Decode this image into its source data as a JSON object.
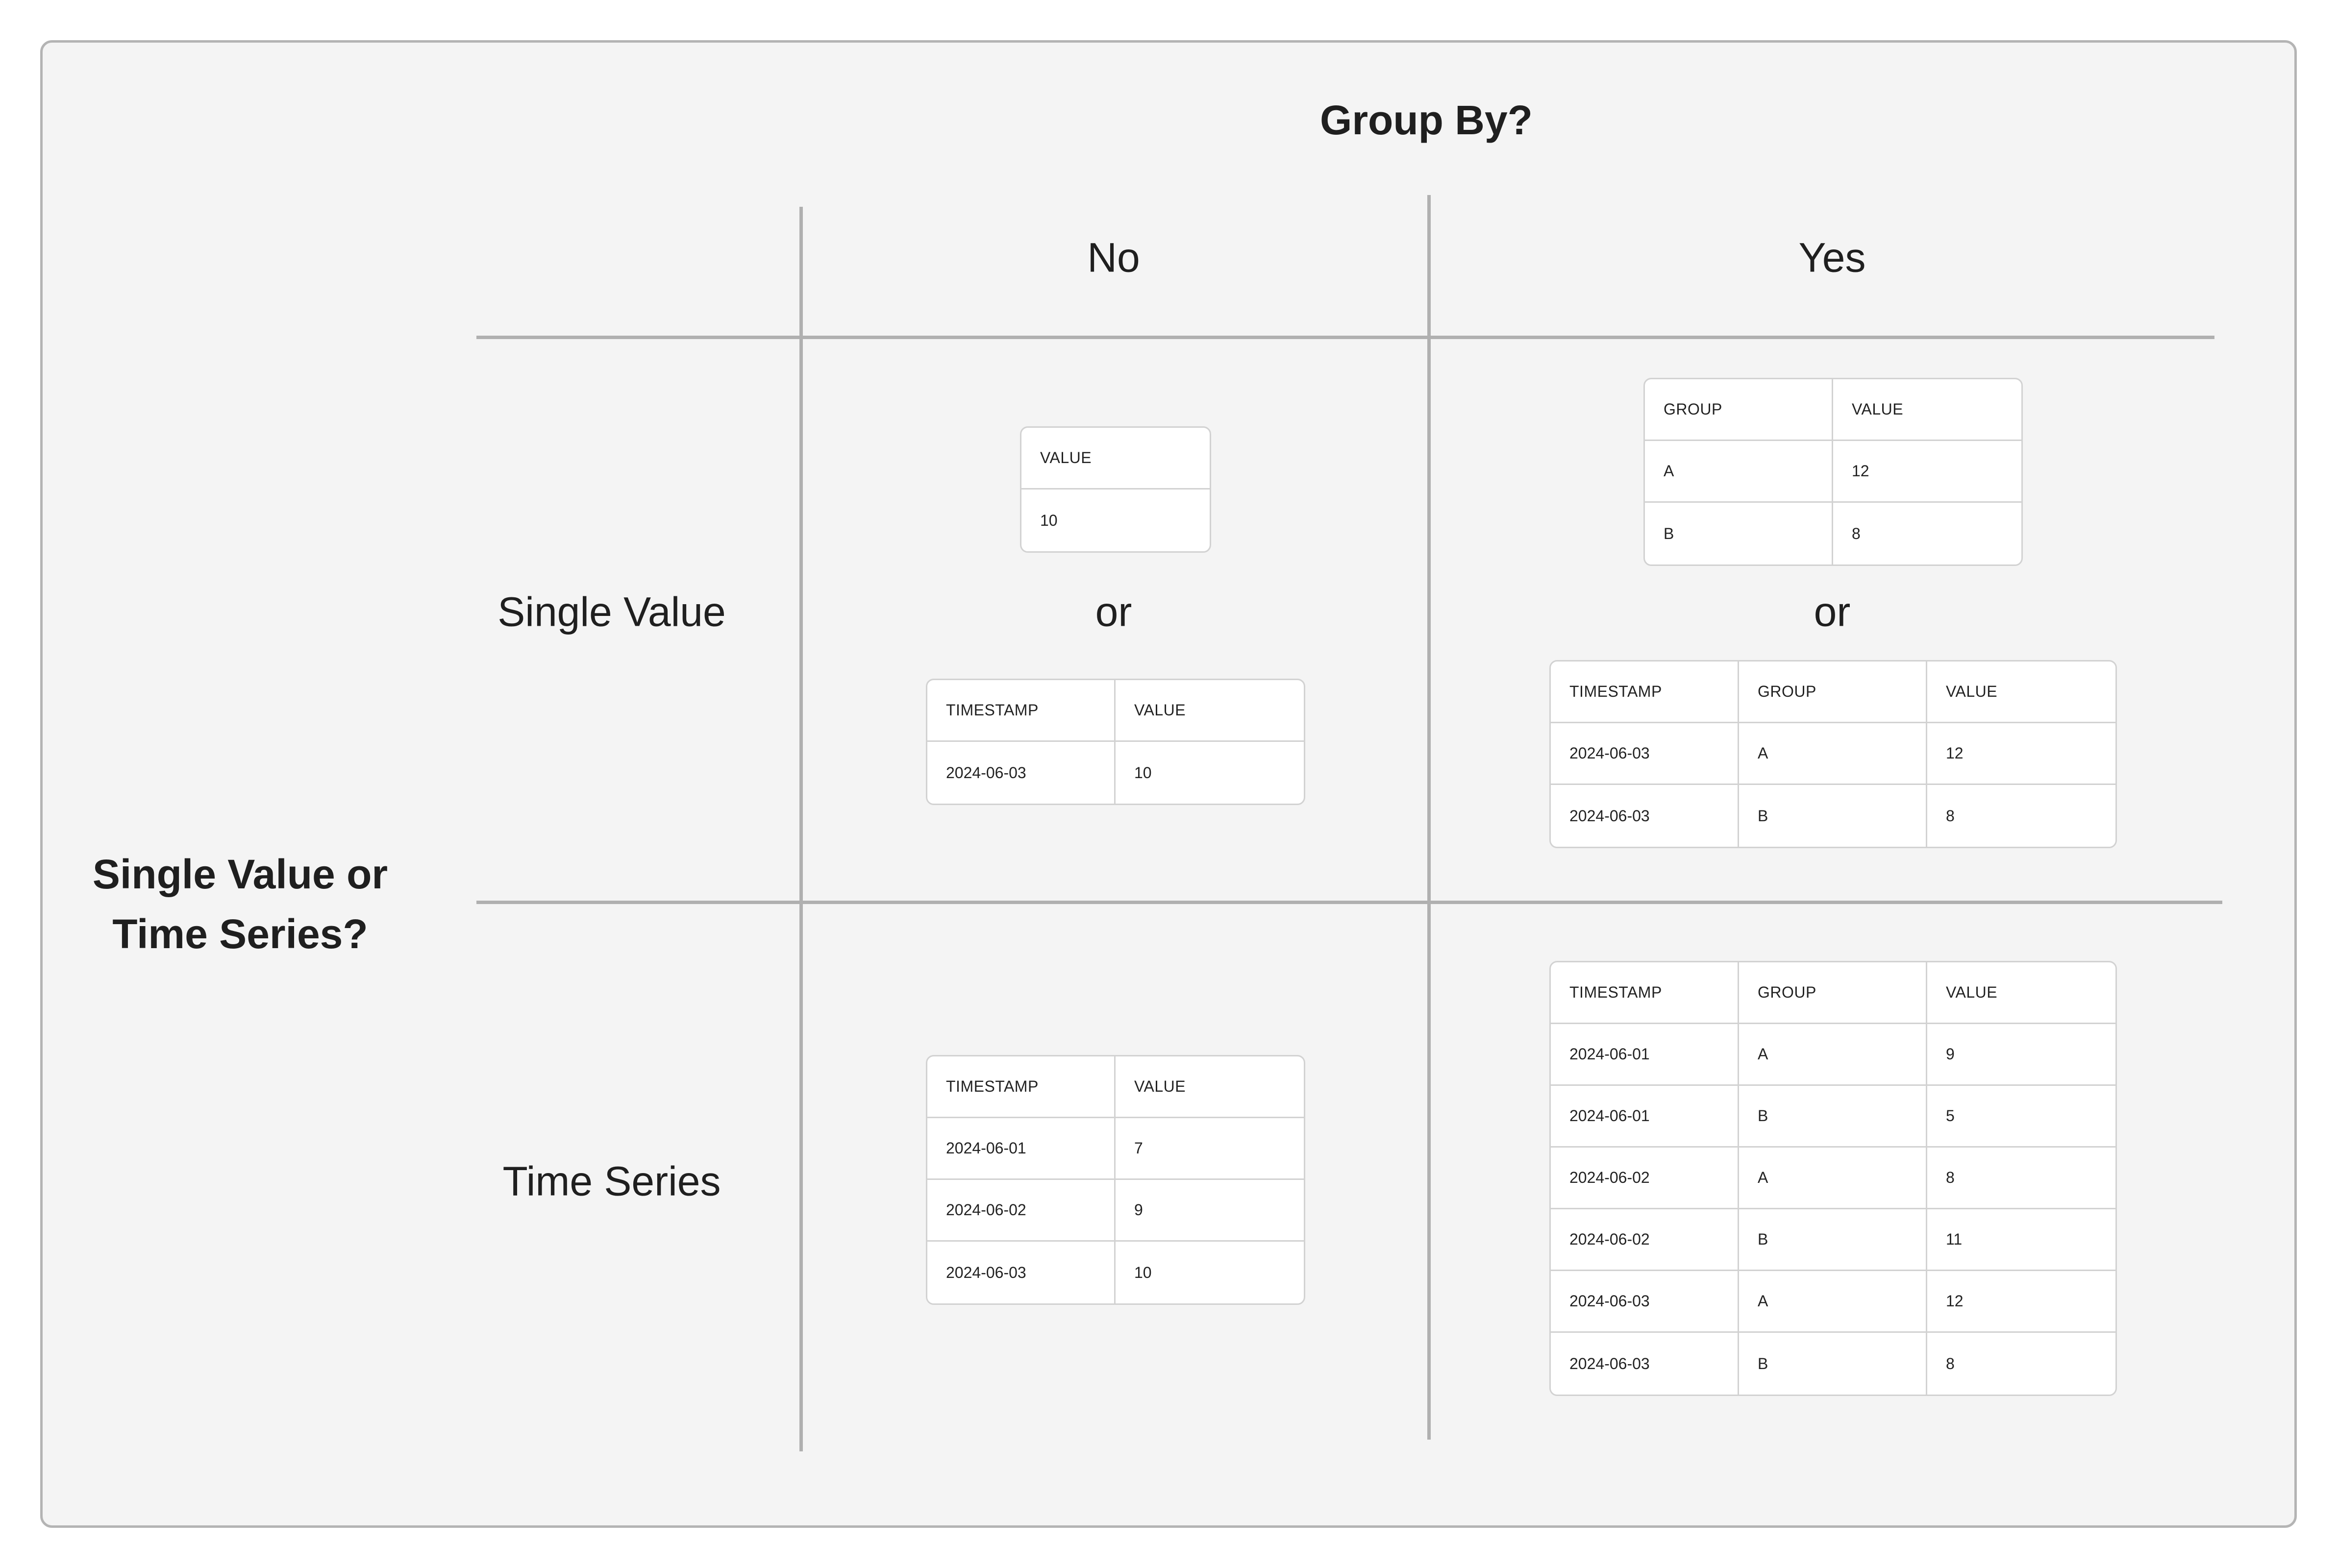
{
  "column_axis_title": "Group By?",
  "row_axis_title_line1": "Single Value or",
  "row_axis_title_line2": "Time Series?",
  "column_headers": {
    "no": "No",
    "yes": "Yes"
  },
  "row_headers": {
    "single": "Single Value",
    "series": "Time Series"
  },
  "or_label": "or",
  "tables": {
    "single_no_a": {
      "columns": [
        "VALUE"
      ],
      "rows": [
        [
          "10"
        ]
      ]
    },
    "single_no_b": {
      "columns": [
        "TIMESTAMP",
        "VALUE"
      ],
      "rows": [
        [
          "2024-06-03",
          "10"
        ]
      ]
    },
    "single_yes_a": {
      "columns": [
        "GROUP",
        "VALUE"
      ],
      "rows": [
        [
          "A",
          "12"
        ],
        [
          "B",
          "8"
        ]
      ]
    },
    "single_yes_b": {
      "columns": [
        "TIMESTAMP",
        "GROUP",
        "VALUE"
      ],
      "rows": [
        [
          "2024-06-03",
          "A",
          "12"
        ],
        [
          "2024-06-03",
          "B",
          "8"
        ]
      ]
    },
    "series_no": {
      "columns": [
        "TIMESTAMP",
        "VALUE"
      ],
      "rows": [
        [
          "2024-06-01",
          "7"
        ],
        [
          "2024-06-02",
          "9"
        ],
        [
          "2024-06-03",
          "10"
        ]
      ]
    },
    "series_yes": {
      "columns": [
        "TIMESTAMP",
        "GROUP",
        "VALUE"
      ],
      "rows": [
        [
          "2024-06-01",
          "A",
          "9"
        ],
        [
          "2024-06-01",
          "B",
          "5"
        ],
        [
          "2024-06-02",
          "A",
          "8"
        ],
        [
          "2024-06-02",
          "B",
          "11"
        ],
        [
          "2024-06-03",
          "A",
          "12"
        ],
        [
          "2024-06-03",
          "B",
          "8"
        ]
      ]
    }
  }
}
